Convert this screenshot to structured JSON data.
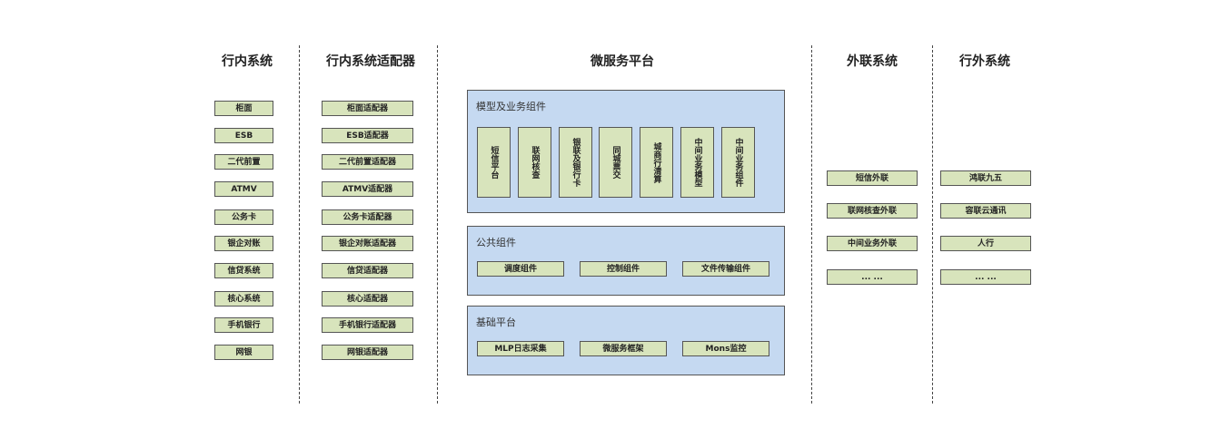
{
  "columns": {
    "inner": {
      "title": "行内系统",
      "items": [
        "柜面",
        "ESB",
        "二代前置",
        "ATMV",
        "公务卡",
        "银企对账",
        "信贷系统",
        "核心系统",
        "手机银行",
        "网银"
      ]
    },
    "adapter": {
      "title": "行内系统适配器",
      "items": [
        "柜面适配器",
        "ESB适配器",
        "二代前置适配器",
        "ATMV适配器",
        "公务卡适配器",
        "银企对账适配器",
        "信贷适配器",
        "核心适配器",
        "手机银行适配器",
        "网银适配器"
      ]
    },
    "micro": {
      "title": "微服务平台",
      "model": {
        "title": "模型及业务组件",
        "items": [
          "短信平台",
          "联网核查",
          "银联及银行卡",
          "同城票交",
          "城商行清算",
          "中间业务模型",
          "中间业务组件"
        ]
      },
      "common": {
        "title": "公共组件",
        "items": [
          "调度组件",
          "控制组件",
          "文件传输组件"
        ]
      },
      "base": {
        "title": "基础平台",
        "items": [
          "MLP日志采集",
          "微服务框架",
          "Mons监控"
        ]
      }
    },
    "ext": {
      "title": "外联系统",
      "items": [
        "短信外联",
        "联网核查外联",
        "中间业务外联",
        "... ..."
      ]
    },
    "outer": {
      "title": "行外系统",
      "items": [
        "鸿联九五",
        "容联云通讯",
        "人行",
        "... ..."
      ]
    }
  },
  "colors": {
    "component_fill": "#d8e4bc",
    "panel_fill": "#c5d9f1",
    "border": "#555555"
  }
}
